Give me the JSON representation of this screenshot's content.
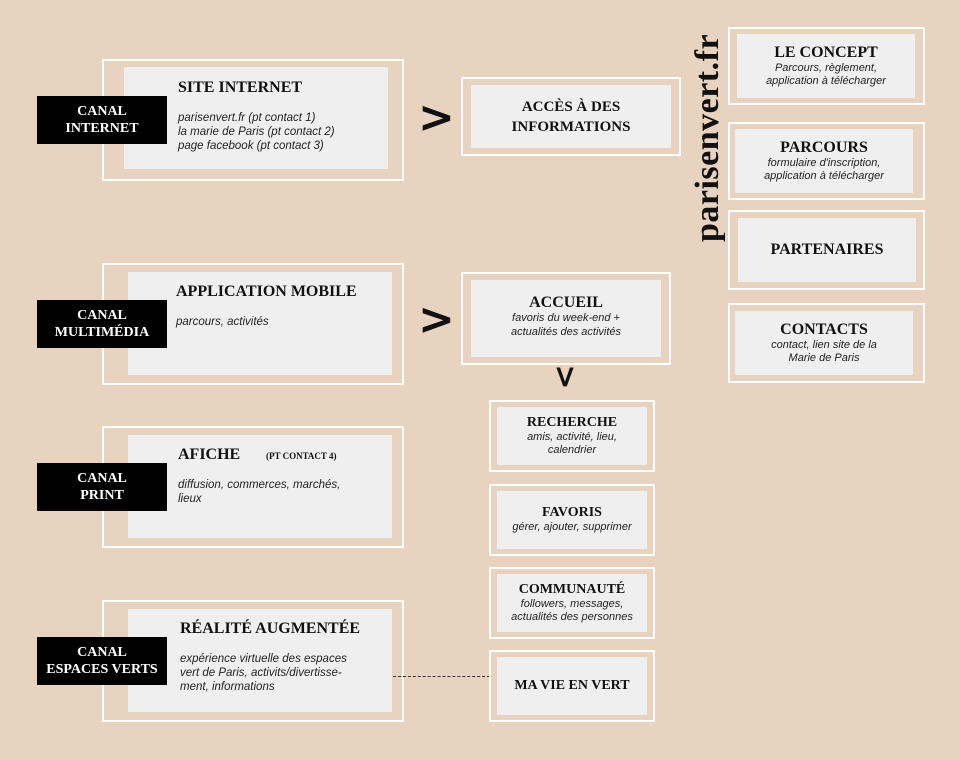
{
  "brand": "parisenvert.fr",
  "canals": [
    {
      "line1": "CANAL",
      "line2": "INTERNET"
    },
    {
      "line1": "CANAL",
      "line2": "MULTIMÉDIA"
    },
    {
      "line1": "CANAL",
      "line2": "PRINT"
    },
    {
      "line1": "CANAL",
      "line2": "ESPACES VERTS"
    }
  ],
  "sources": [
    {
      "title": "SITE INTERNET",
      "desc": [
        "parisenvert.fr (pt contact 1)",
        "la marie de Paris (pt contact 2)",
        "page facebook (pt contact 3)"
      ]
    },
    {
      "title": "APPLICATION MOBILE",
      "desc": [
        "parcours, activités"
      ]
    },
    {
      "title": "AFICHE",
      "tag": "(PT CONTACT 4)",
      "desc": [
        "diffusion, commerces, marchés,",
        "lieux"
      ]
    },
    {
      "title": "RÉALITÉ AUGMENTÉE",
      "desc": [
        "expérience virtuelle des espaces",
        "vert de Paris, activits/divertisse-",
        "ment, informations"
      ]
    }
  ],
  "arrows": [
    ">",
    ">",
    ">"
  ],
  "acces": {
    "line1": "ACCÈS À DES",
    "line2": "INFORMATIONS"
  },
  "accueil": {
    "title": "ACCUEIL",
    "desc": [
      "favoris du week-end +",
      "actualités des activités"
    ]
  },
  "app_screens": [
    {
      "title": "RECHERCHE",
      "desc": [
        "amis, activité, lieu,",
        "calendrier"
      ]
    },
    {
      "title": "FAVORIS",
      "desc": [
        "gérer, ajouter, supprimer"
      ]
    },
    {
      "title": "COMMUNAUTÉ",
      "desc": [
        "followers, messages,",
        "actualités des personnes"
      ]
    },
    {
      "title": "MA VIE EN VERT",
      "desc": []
    }
  ],
  "site_pages": [
    {
      "title": "LE CONCEPT",
      "desc": [
        "Parcours, règlement,",
        "application à télécharger"
      ]
    },
    {
      "title": "PARCOURS",
      "desc": [
        "formulaire d'inscription,",
        "application à télécharger"
      ]
    },
    {
      "title": "PARTENAIRES",
      "desc": []
    },
    {
      "title": "CONTACTS",
      "desc": [
        "contact, lien site de la",
        "Marie de Paris"
      ]
    }
  ]
}
